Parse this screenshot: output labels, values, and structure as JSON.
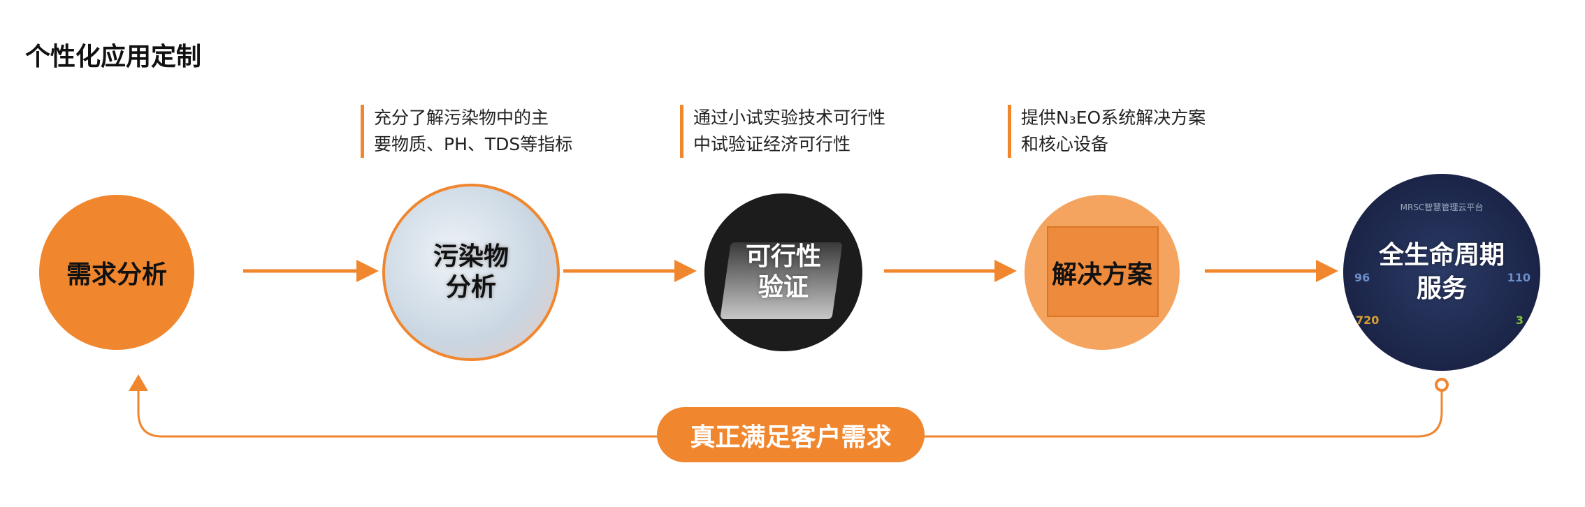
{
  "title": "个性化应用定制",
  "notes": [
    {
      "line1": "充分了解污染物中的主",
      "line2": "要物质、PH、TDS等指标"
    },
    {
      "line1": "通过小试实验技术可行性",
      "line2": "中试验证经济可行性"
    },
    {
      "line1": "提供N₃EO系统解决方案",
      "line2": "和核心设备"
    }
  ],
  "steps": [
    {
      "label": "需求分析"
    },
    {
      "label1": "污染物",
      "label2": "分析"
    },
    {
      "label1": "可行性",
      "label2": "验证"
    },
    {
      "label": "解决方案"
    },
    {
      "label1": "全生命周期",
      "label2": "服务"
    }
  ],
  "dashboard": {
    "title": "MRSC智慧管理云平台",
    "v1": "96",
    "v2": "720",
    "v3": "110",
    "v4": "3"
  },
  "loop_label": "真正满足客户需求",
  "colors": {
    "accent": "#f0862e",
    "dark": "#1c1c1c",
    "navy": "#1a2346"
  }
}
